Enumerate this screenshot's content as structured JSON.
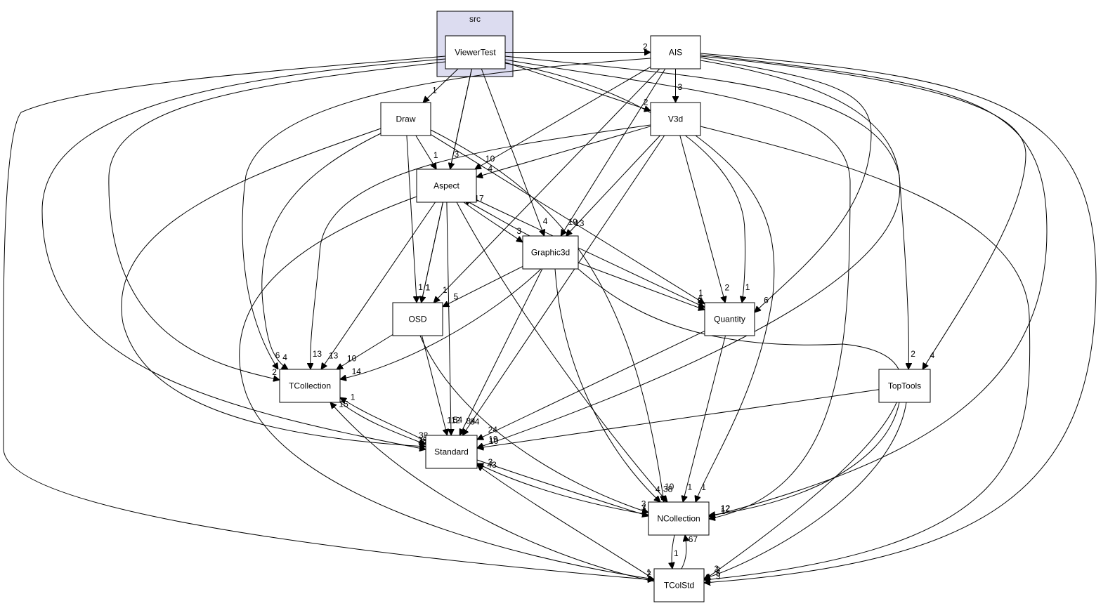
{
  "cluster": {
    "label": "src",
    "fill": "#dcdcf0",
    "inner_fill": "#eeeeff"
  },
  "nodes": [
    {
      "id": "ViewerTest",
      "label": "ViewerTest",
      "highlight": true
    },
    {
      "id": "AIS",
      "label": "AIS"
    },
    {
      "id": "V3d",
      "label": "V3d"
    },
    {
      "id": "Draw",
      "label": "Draw"
    },
    {
      "id": "Aspect",
      "label": "Aspect"
    },
    {
      "id": "Graphic3d",
      "label": "Graphic3d"
    },
    {
      "id": "OSD",
      "label": "OSD"
    },
    {
      "id": "Quantity",
      "label": "Quantity"
    },
    {
      "id": "TCollection",
      "label": "TCollection"
    },
    {
      "id": "TopTools",
      "label": "TopTools"
    },
    {
      "id": "Standard",
      "label": "Standard"
    },
    {
      "id": "NCollection",
      "label": "NCollection"
    },
    {
      "id": "TColStd",
      "label": "TColStd"
    }
  ],
  "edges": [
    {
      "from": "ViewerTest",
      "to": "AIS",
      "label": "2"
    },
    {
      "from": "ViewerTest",
      "to": "Draw",
      "label": "1"
    },
    {
      "from": "ViewerTest",
      "to": "V3d",
      "label": "2"
    },
    {
      "from": "ViewerTest",
      "to": "Aspect",
      "label": "3"
    },
    {
      "from": "ViewerTest",
      "to": "Graphic3d",
      "label": "4"
    },
    {
      "from": "ViewerTest",
      "to": "OSD",
      "label": "1"
    },
    {
      "from": "ViewerTest",
      "to": "Quantity",
      "label": "1"
    },
    {
      "from": "ViewerTest",
      "to": "TCollection",
      "label": "2"
    },
    {
      "from": "ViewerTest",
      "to": "TopTools",
      "label": "2"
    },
    {
      "from": "ViewerTest",
      "to": "Standard",
      "label": "47"
    },
    {
      "from": "ViewerTest",
      "to": "NCollection",
      "label": "1"
    },
    {
      "from": "ViewerTest",
      "to": "TColStd",
      "label": "2"
    },
    {
      "from": "AIS",
      "to": "V3d",
      "label": "3"
    },
    {
      "from": "AIS",
      "to": "Aspect",
      "label": "10"
    },
    {
      "from": "AIS",
      "to": "Graphic3d",
      "label": "19"
    },
    {
      "from": "AIS",
      "to": "OSD",
      "label": "1"
    },
    {
      "from": "AIS",
      "to": "Quantity",
      "label": "6"
    },
    {
      "from": "AIS",
      "to": "TCollection",
      "label": "6"
    },
    {
      "from": "AIS",
      "to": "TopTools",
      "label": "4"
    },
    {
      "from": "AIS",
      "to": "Standard",
      "label": "19"
    },
    {
      "from": "AIS",
      "to": "NCollection",
      "label": "12"
    },
    {
      "from": "AIS",
      "to": "TColStd",
      "label": "3"
    },
    {
      "from": "V3d",
      "to": "Aspect",
      "label": "4"
    },
    {
      "from": "V3d",
      "to": "Graphic3d",
      "label": "13"
    },
    {
      "from": "V3d",
      "to": "Quantity",
      "label": "2"
    },
    {
      "from": "V3d",
      "to": "TCollection",
      "label": "13"
    },
    {
      "from": "V3d",
      "to": "Standard",
      "label": "84"
    },
    {
      "from": "V3d",
      "to": "NCollection",
      "label": "1"
    },
    {
      "from": "V3d",
      "to": "TColStd",
      "label": "5"
    },
    {
      "from": "Draw",
      "to": "Aspect",
      "label": "1"
    },
    {
      "from": "Draw",
      "to": "OSD",
      "label": "1"
    },
    {
      "from": "Draw",
      "to": "Quantity",
      "label": "1"
    },
    {
      "from": "Draw",
      "to": "TCollection",
      "label": "4"
    },
    {
      "from": "Draw",
      "to": "Standard",
      "label": "38"
    },
    {
      "from": "Draw",
      "to": "NCollection",
      "label": "10"
    },
    {
      "from": "Aspect",
      "to": "Graphic3d",
      "label": "3"
    },
    {
      "from": "Aspect",
      "to": "OSD",
      "label": "1"
    },
    {
      "from": "Aspect",
      "to": "Quantity",
      "label": "4"
    },
    {
      "from": "Aspect",
      "to": "TCollection",
      "label": "13"
    },
    {
      "from": "Aspect",
      "to": "Standard",
      "label": "54"
    },
    {
      "from": "Aspect",
      "to": "NCollection",
      "label": "38"
    },
    {
      "from": "Aspect",
      "to": "TColStd",
      "label": "1"
    },
    {
      "from": "Graphic3d",
      "to": "Aspect",
      "label": "17"
    },
    {
      "from": "Graphic3d",
      "to": "OSD",
      "label": "5"
    },
    {
      "from": "Graphic3d",
      "to": "Quantity",
      "label": "6"
    },
    {
      "from": "Graphic3d",
      "to": "TCollection",
      "label": "14"
    },
    {
      "from": "Graphic3d",
      "to": "Standard",
      "label": "84"
    },
    {
      "from": "Graphic3d",
      "to": "NCollection",
      "label": "4"
    },
    {
      "from": "Graphic3d",
      "to": "TColStd",
      "label": "2"
    },
    {
      "from": "OSD",
      "to": "TCollection",
      "label": "10"
    },
    {
      "from": "OSD",
      "to": "Standard",
      "label": "112"
    },
    {
      "from": "OSD",
      "to": "NCollection",
      "label": "3"
    },
    {
      "from": "Quantity",
      "to": "Standard",
      "label": "24"
    },
    {
      "from": "Quantity",
      "to": "NCollection",
      "label": "1"
    },
    {
      "from": "TCollection",
      "to": "Standard",
      "label": "38"
    },
    {
      "from": "TopTools",
      "to": "Standard",
      "label": "10"
    },
    {
      "from": "TopTools",
      "to": "NCollection",
      "label": "12"
    },
    {
      "from": "TopTools",
      "to": "TColStd",
      "label": "3"
    },
    {
      "from": "Standard",
      "to": "TCollection",
      "label": "1"
    },
    {
      "from": "Standard",
      "to": "NCollection",
      "label": "3"
    },
    {
      "from": "NCollection",
      "to": "Standard",
      "label": "3"
    },
    {
      "from": "NCollection",
      "to": "TColStd",
      "label": "1"
    },
    {
      "from": "TColStd",
      "to": "TCollection",
      "label": "15"
    },
    {
      "from": "TColStd",
      "to": "Standard",
      "label": "43"
    },
    {
      "from": "TColStd",
      "to": "NCollection",
      "label": "67"
    }
  ]
}
